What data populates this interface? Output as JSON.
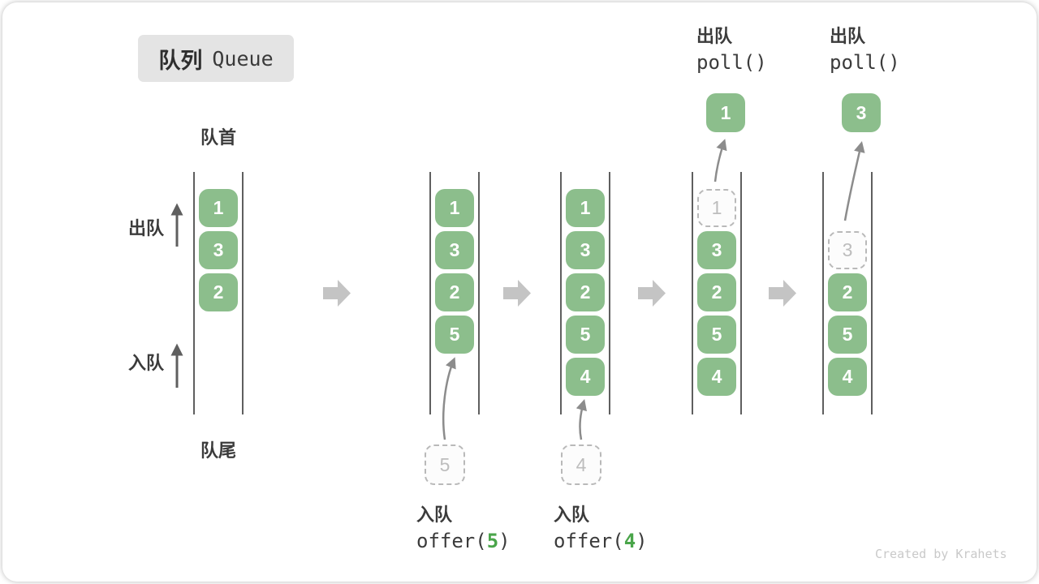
{
  "title": {
    "zh": "队列",
    "en": "Queue"
  },
  "labels": {
    "front": "队首",
    "rear": "队尾",
    "dequeue": "出队",
    "enqueue": "入队"
  },
  "states": [
    {
      "cells": [
        "1",
        "3",
        "2"
      ]
    },
    {
      "cells": [
        "1",
        "3",
        "2",
        "5"
      ]
    },
    {
      "cells": [
        "1",
        "3",
        "2",
        "5",
        "4"
      ]
    },
    {
      "removed": "1",
      "cells": [
        "3",
        "2",
        "5",
        "4"
      ]
    },
    {
      "removed": "3",
      "cells": [
        "2",
        "5",
        "4"
      ]
    }
  ],
  "ops": {
    "offer5": {
      "label": "入队",
      "fn": "offer(",
      "arg": "5",
      "end": ")"
    },
    "offer4": {
      "label": "入队",
      "fn": "offer(",
      "arg": "4",
      "end": ")"
    },
    "poll1": {
      "label": "出队",
      "fn": "poll()",
      "result": "1"
    },
    "poll2": {
      "label": "出队",
      "fn": "poll()",
      "result": "3"
    }
  },
  "watermark": "Created by Krahets",
  "colors": {
    "box_green": "#8cbe8c",
    "code_green": "#4aa54a",
    "big_arrow": "#c4c4c4",
    "thin_arrow": "#8c8c8c",
    "side_arrow": "#5f5f5f",
    "column_line": "#5f5f5f",
    "text_dark": "#3b3b3b",
    "dashed_border": "#b9b9b9",
    "badge_bg": "#e4e4e4",
    "watermark_gray": "#c9c9c9"
  }
}
